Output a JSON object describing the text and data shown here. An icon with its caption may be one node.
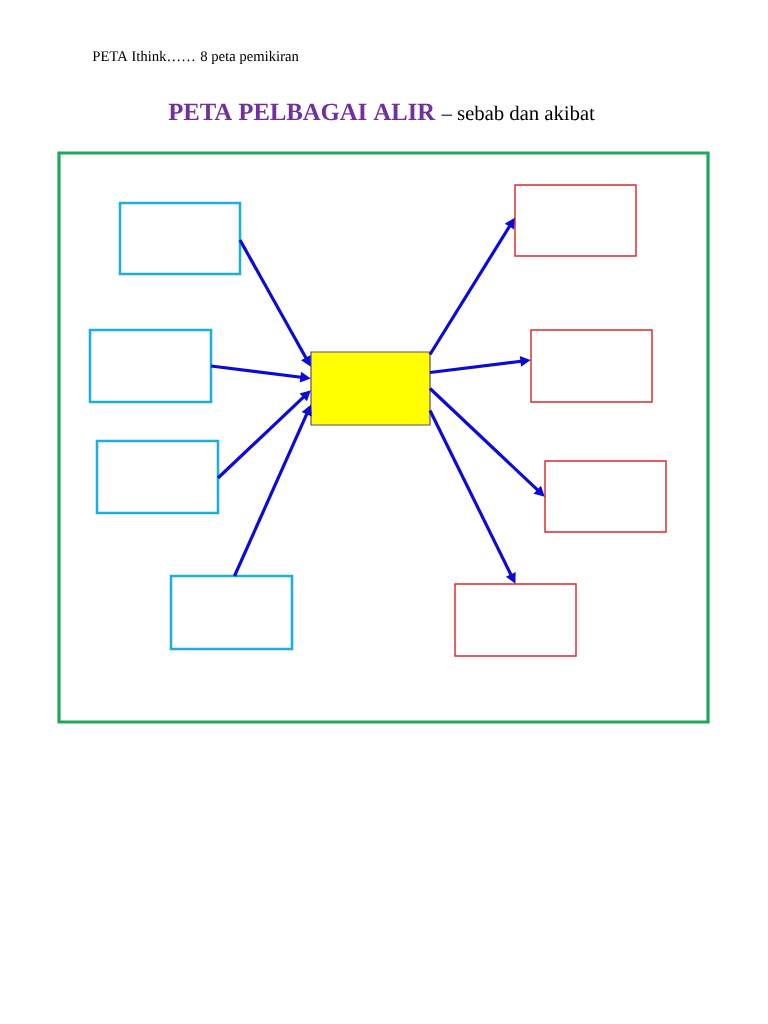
{
  "diagram": {
    "title": "PETA PELBAGAI ALIR",
    "nodes": [
      {
        "text": [],
        "shape": "box"
      },
      {
        "text": [],
        "shape": "box",
        "in": 0
      },
      {
        "text": [],
        "shape": "box",
        "in": 0
      },
      {
        "text": [],
        "shape": "box",
        "in": 0
      },
      {
        "text": [],
        "shape": "box",
        "in": 0
      },
      {
        "text": [],
        "shape": "box",
        "in": 0
      },
      {
        "text": [],
        "shape": "box",
        "in": 0
      },
      {
        "text": [],
        "shape": "box",
        "in": 0
      },
      {
        "text": [],
        "shape": "box",
        "in": 0
      },
      {
        "text": [],
        "shape": "box",
        "in": 0
      }
    ],
    "edges": [
      {
        "from": 1,
        "to": 5,
        "arrow": "to"
      },
      {
        "from": 2,
        "to": 5,
        "arrow": "to"
      },
      {
        "from": 3,
        "to": 5,
        "arrow": "to"
      },
      {
        "from": 4,
        "to": 5,
        "arrow": "to"
      },
      {
        "from": 5,
        "to": 6,
        "arrow": "to"
      },
      {
        "from": 5,
        "to": 7,
        "arrow": "to"
      },
      {
        "from": 5,
        "to": 8,
        "arrow": "to"
      },
      {
        "from": 5,
        "to": 9,
        "arrow": "to"
      }
    ],
    "labels": [
      "PETA Ithink……",
      "8 peta pemikiran",
      "– sebab dan akibat"
    ]
  }
}
